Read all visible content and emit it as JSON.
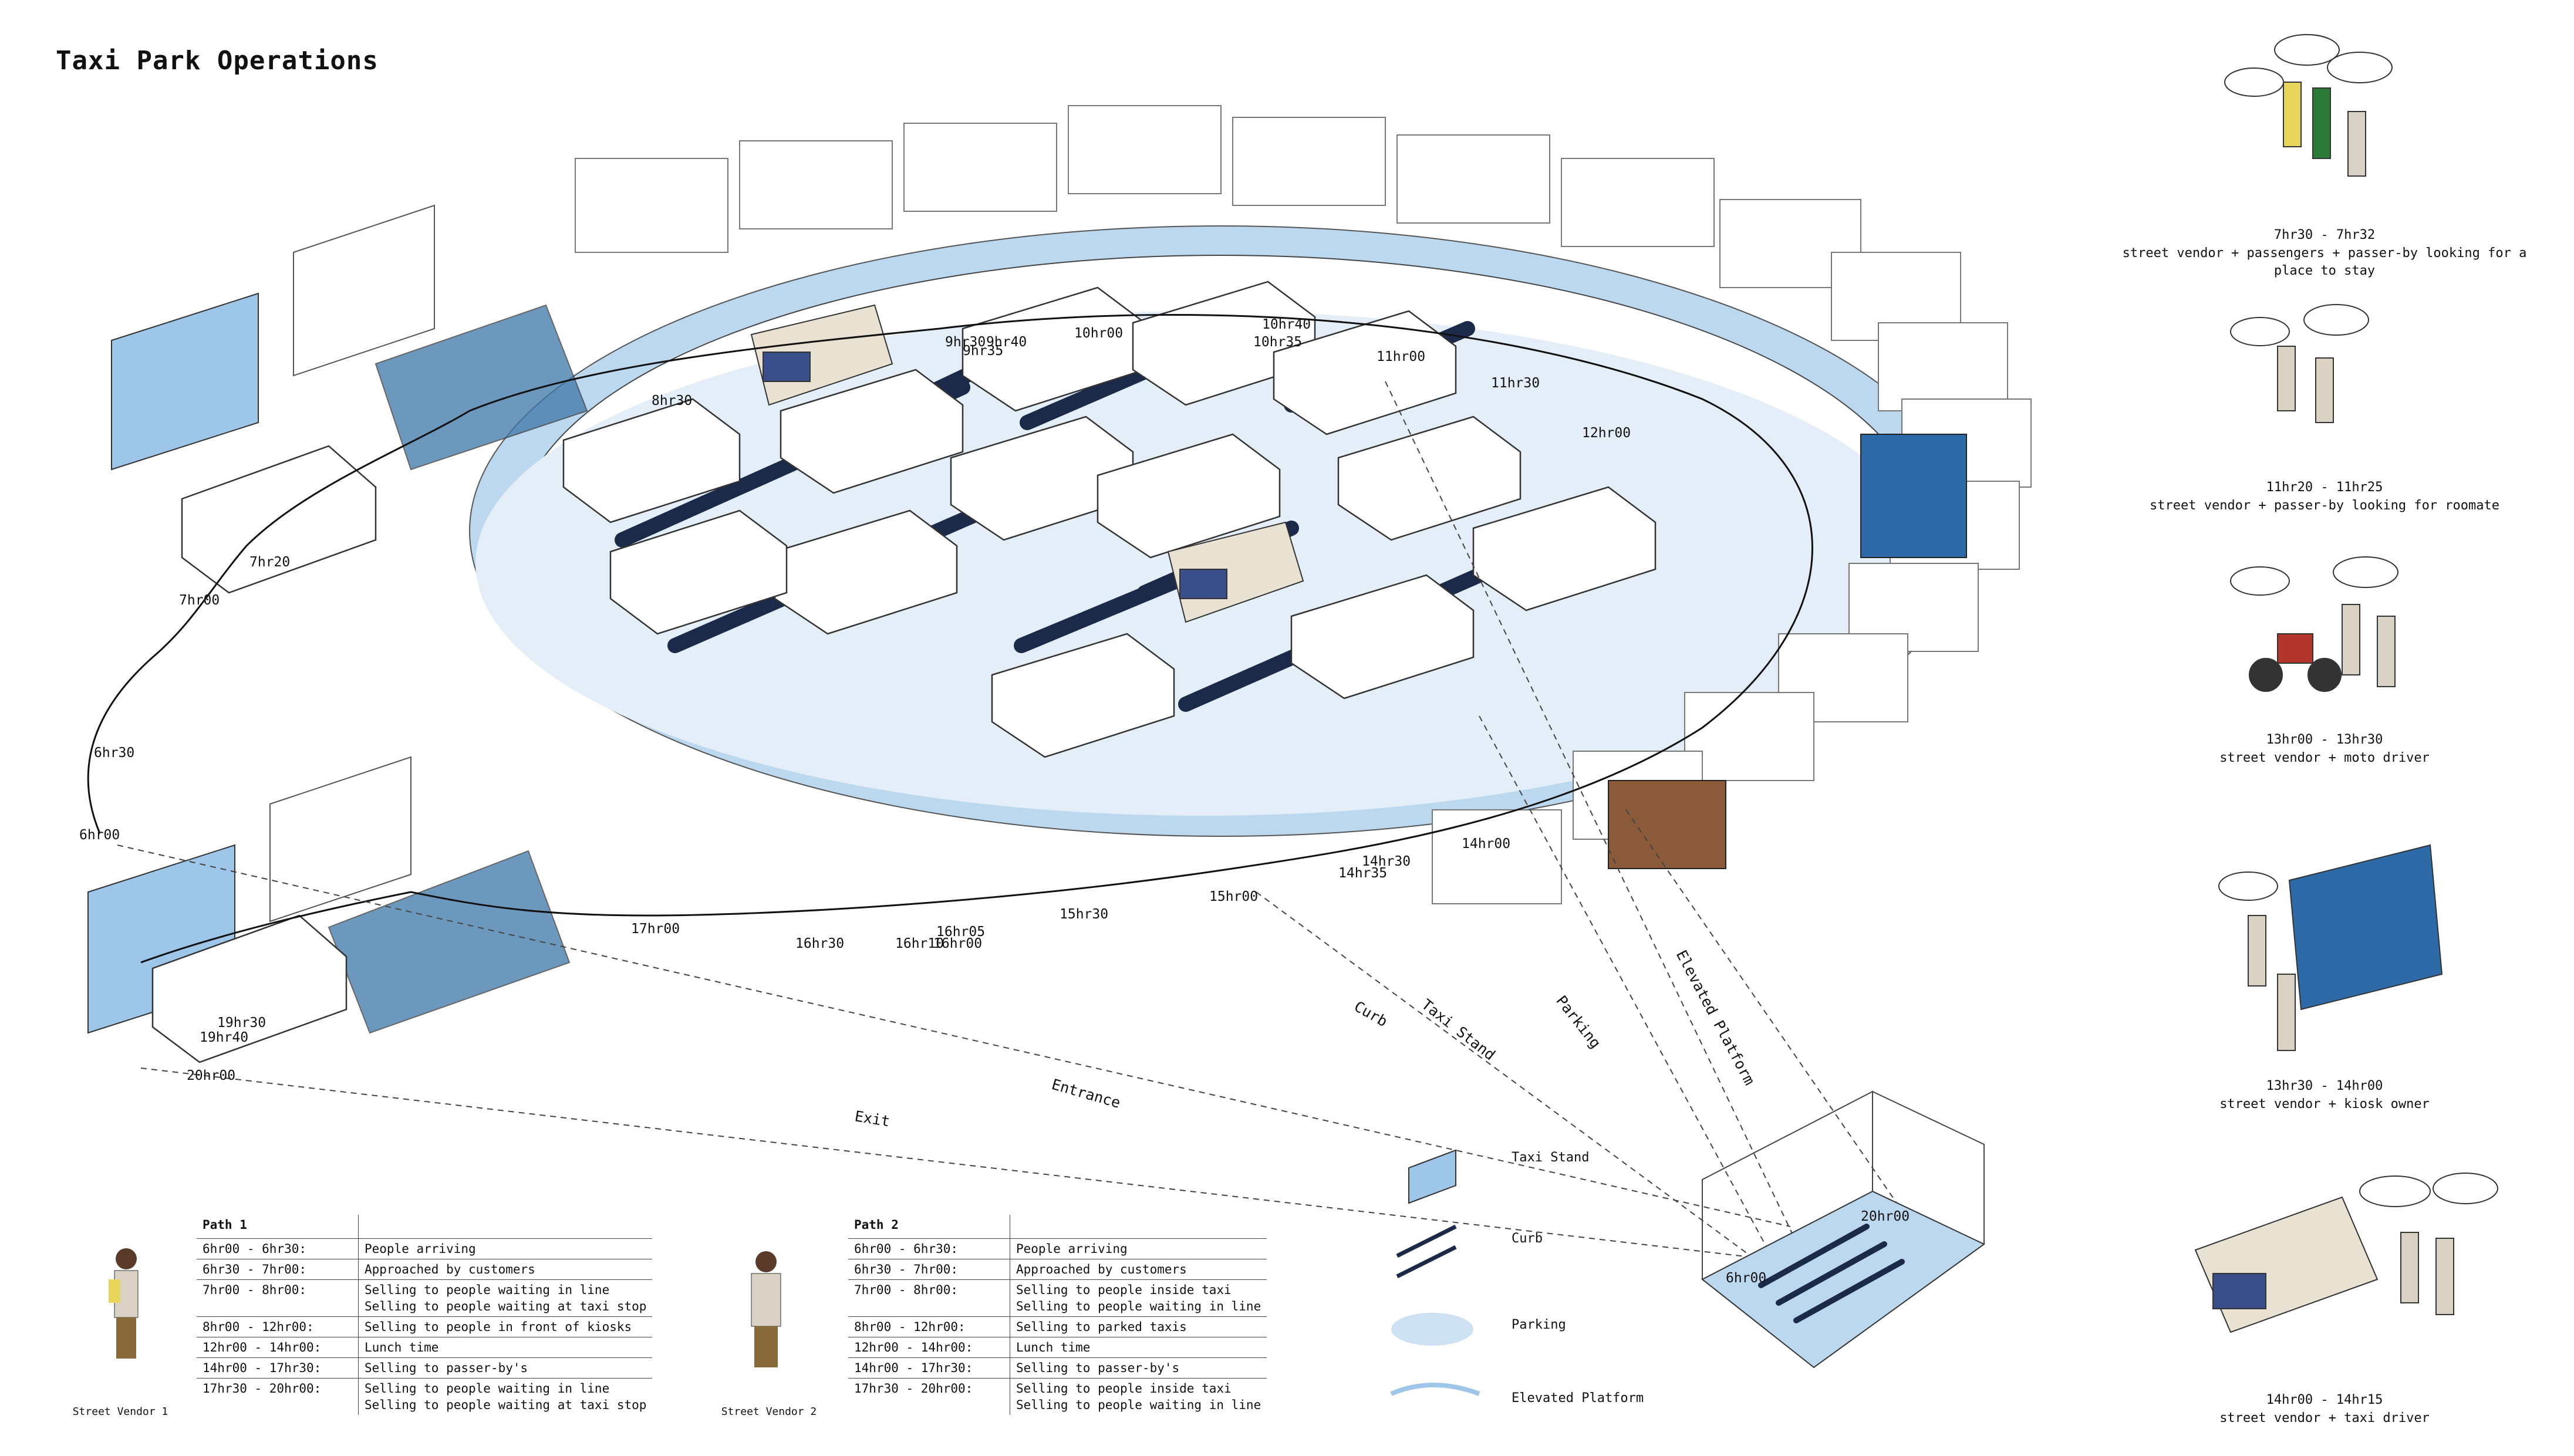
{
  "title": "Taxi Park Operations",
  "routes": {
    "exit": "Exit",
    "entrance": "Entrance",
    "curb": "Curb",
    "taxi_stand": "Taxi Stand",
    "parking": "Parking",
    "elevated_platform": "Elevated Platform"
  },
  "timeline_upper": [
    "6hr00",
    "6hr30",
    "7hr00",
    "7hr20",
    "8hr30",
    "9hr30",
    "9hr35",
    "9hr40",
    "10hr00",
    "10hr35",
    "10hr40",
    "11hr00",
    "11hr30",
    "12hr00"
  ],
  "timeline_lower": [
    "14hr00",
    "14hr35",
    "14hr30",
    "15hr00",
    "15hr30",
    "16hr00",
    "16hr05",
    "16hr10",
    "16hr30",
    "17hr00",
    "19hr30",
    "19hr40",
    "20hr00"
  ],
  "platform_times": {
    "start": "6hr00",
    "end": "20hr00"
  },
  "path1": {
    "header": "Path 1",
    "caption": "Street Vendor 1",
    "rows": [
      {
        "time": "6hr00 - 6hr30:",
        "activity": [
          "People arriving"
        ]
      },
      {
        "time": "6hr30 - 7hr00:",
        "activity": [
          "Approached by customers"
        ]
      },
      {
        "time": "7hr00 - 8hr00:",
        "activity": [
          "Selling to people waiting in line",
          "Selling to people waiting at taxi stop"
        ]
      },
      {
        "time": "8hr00 - 12hr00:",
        "activity": [
          "Selling to people in front of kiosks"
        ]
      },
      {
        "time": "12hr00 - 14hr00:",
        "activity": [
          "Lunch time"
        ]
      },
      {
        "time": "14hr00 - 17hr30:",
        "activity": [
          "Selling to passer-by's"
        ]
      },
      {
        "time": "17hr30 - 20hr00:",
        "activity": [
          "Selling to people waiting in line",
          "Selling to people waiting at taxi stop"
        ]
      }
    ]
  },
  "path2": {
    "header": "Path 2",
    "caption": "Street Vendor 2",
    "rows": [
      {
        "time": "6hr00 - 6hr30:",
        "activity": [
          "People arriving"
        ]
      },
      {
        "time": "6hr30 - 7hr00:",
        "activity": [
          "Approached by customers"
        ]
      },
      {
        "time": "7hr00 - 8hr00:",
        "activity": [
          "Selling to people inside taxi",
          "Selling to people waiting in line"
        ]
      },
      {
        "time": "8hr00 - 12hr00:",
        "activity": [
          "Selling to parked taxis"
        ]
      },
      {
        "time": "12hr00 - 14hr00:",
        "activity": [
          "Lunch time"
        ]
      },
      {
        "time": "14hr00 - 17hr30:",
        "activity": [
          "Selling to passer-by's"
        ]
      },
      {
        "time": "17hr30 - 20hr00:",
        "activity": [
          "Selling to people inside taxi",
          "Selling to people waiting in line"
        ]
      }
    ]
  },
  "legend": [
    {
      "key": "taxi-stand",
      "label": "Taxi Stand"
    },
    {
      "key": "curb",
      "label": "Curb"
    },
    {
      "key": "parking",
      "label": "Parking"
    },
    {
      "key": "elevated-platform",
      "label": "Elevated Platform"
    }
  ],
  "vignettes": [
    {
      "time": "7hr30 - 7hr32",
      "desc": "street vendor + passengers + passer-by looking for a place to stay"
    },
    {
      "time": "11hr20 - 11hr25",
      "desc": "street vendor + passer-by looking for roomate"
    },
    {
      "time": "13hr00 - 13hr30",
      "desc": "street vendor + moto driver"
    },
    {
      "time": "13hr30 - 14hr00",
      "desc": "street vendor + kiosk owner"
    },
    {
      "time": "14hr00 - 14hr15",
      "desc": "street vendor + taxi driver"
    }
  ],
  "colors": {
    "platform_blue": "#bcd8ef",
    "parking_blue": "#e3eef8",
    "curb_navy": "#1b2a49",
    "line": "#222222"
  }
}
